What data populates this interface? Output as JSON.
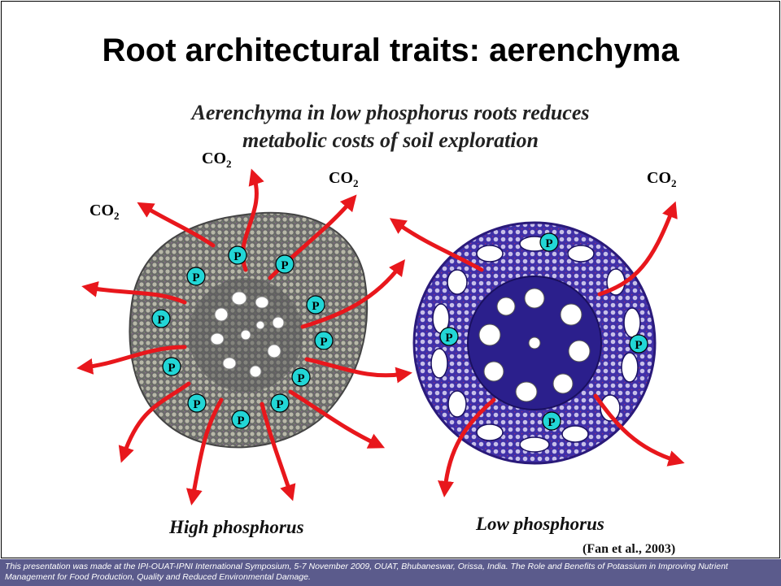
{
  "slide": {
    "title": "Root architectural traits: aerenchyma",
    "subtitle_line1": "Aerenchyma in low phosphorus roots reduces",
    "subtitle_line2": "metabolic costs of soil exploration",
    "caption_left": "High phosphorus",
    "caption_right": "Low phosphorus",
    "citation": "(Fan et al., 2003)",
    "co2_base": "CO",
    "co2_sub": "2",
    "p_label": "P"
  },
  "footer": {
    "text": "This presentation was made at the IPI-OUAT-IPNI International Symposium, 5-7 November 2009, OUAT, Bhubaneswar, Orissa, India. The Role and Benefits of Potassium in Improving Nutrient Management for Food Production, Quality and Reduced Environmental Damage."
  },
  "colors": {
    "arrow": "#e8171c",
    "p_circle": "#22d6d6",
    "high_root": "#5a5a5a",
    "low_root": "#3a2a9c",
    "footer_bg": "#5b5b8c"
  }
}
